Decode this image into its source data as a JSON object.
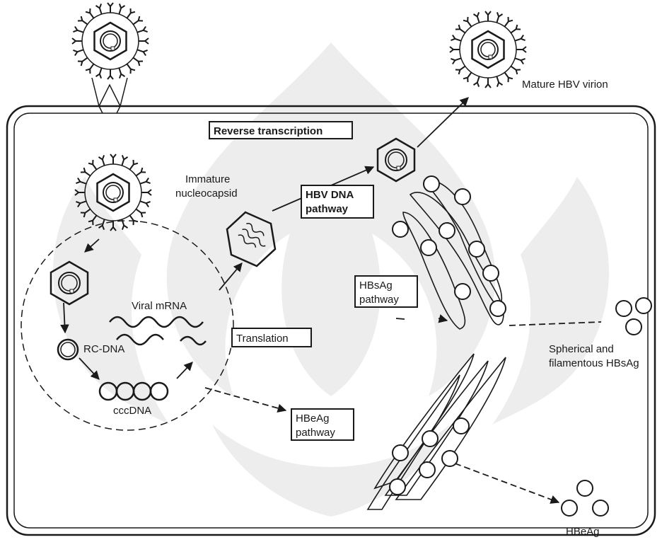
{
  "labels": {
    "mature_virion": "Mature HBV virion",
    "immature_line1": "Immature",
    "immature_line2": "nucleocapsid",
    "viral_mrna": "Viral mRNA",
    "rc_dna": "RC-DNA",
    "cccdna": "cccDNA",
    "spherical_line1": "Spherical and",
    "spherical_line2": "filamentous HBsAg",
    "hbeag": "HBeAg"
  },
  "boxes": {
    "reverse_transcription": "Reverse transcription",
    "hbv_dna_line1": "HBV DNA",
    "hbv_dna_line2": "pathway",
    "hbsag_line1": "HBsAg",
    "hbsag_line2": "pathway",
    "translation": "Translation",
    "hbeag_line1": "HBeAg",
    "hbeag_line2": "pathway"
  },
  "colors": {
    "ink": "#1a1a1a",
    "background": "#ffffff",
    "watermark": "#ededed"
  },
  "icons": {
    "virion": "hbv-virion-icon",
    "capsid": "hexagonal-capsid-icon",
    "er": "endoplasmic-reticulum-icon",
    "antigen": "surface-antigen-particle-icon"
  }
}
